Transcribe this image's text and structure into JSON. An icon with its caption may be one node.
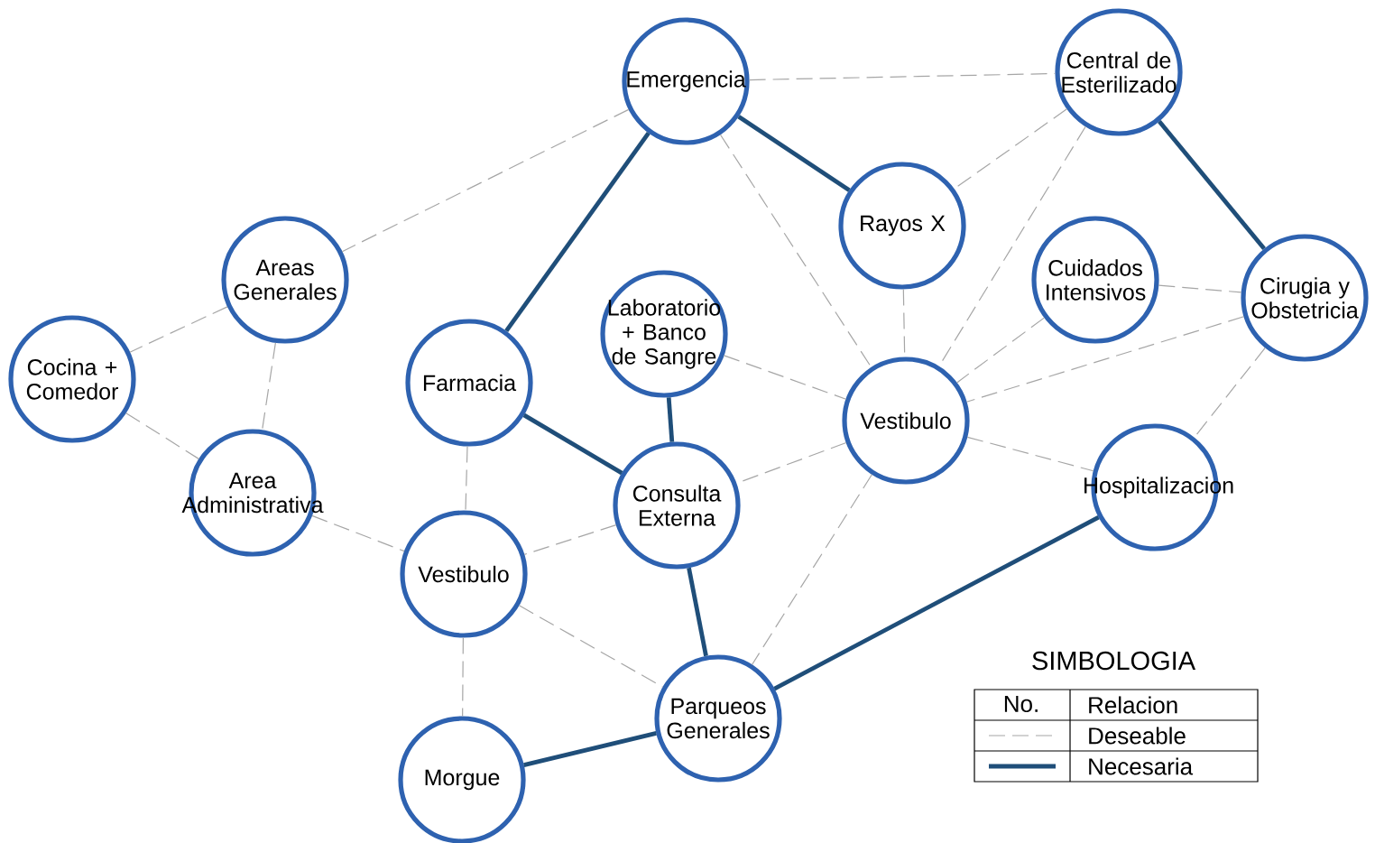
{
  "diagram": {
    "nodes": [
      {
        "text": [
          "Emergencia"
        ]
      },
      {
        "text": [
          "Central de Esterilizado"
        ]
      },
      {
        "text": [
          "Rayos X"
        ]
      },
      {
        "text": [
          "Areas Generales"
        ]
      },
      {
        "text": [
          "Cuidados Intensivos"
        ]
      },
      {
        "text": [
          "Cirugia y Obstetricia"
        ]
      },
      {
        "text": [
          "Laboratorio + Banco de Sangre"
        ]
      },
      {
        "text": [
          "Cocina + Comedor"
        ]
      },
      {
        "text": [
          "Farmacia"
        ]
      },
      {
        "text": [
          "Vestibulo"
        ]
      },
      {
        "text": [
          "Area Administrativa"
        ]
      },
      {
        "text": [
          "Consulta Externa"
        ]
      },
      {
        "text": [
          "Hospitalizacion"
        ]
      },
      {
        "text": [
          "Vestibulo"
        ]
      },
      {
        "text": [
          "Parqueos Generales"
        ]
      },
      {
        "text": [
          "Morgue"
        ]
      }
    ],
    "edges": [
      {
        "from": 0,
        "to": 3,
        "arrow": "none",
        "style": "dashed"
      },
      {
        "from": 0,
        "to": 1,
        "arrow": "none",
        "style": "dashed"
      },
      {
        "from": 0,
        "to": 2,
        "arrow": "none",
        "style": "thick",
        "color": "#1f4e79"
      },
      {
        "from": 0,
        "to": 8,
        "arrow": "none",
        "style": "thick",
        "color": "#1f4e79"
      },
      {
        "from": 0,
        "to": 9,
        "arrow": "none",
        "style": "dashed"
      },
      {
        "from": 1,
        "to": 2,
        "arrow": "none",
        "style": "dashed"
      },
      {
        "from": 1,
        "to": 9,
        "arrow": "none",
        "style": "dashed"
      },
      {
        "from": 1,
        "to": 5,
        "arrow": "none",
        "style": "thick",
        "color": "#1f4e79"
      },
      {
        "from": 2,
        "to": 9,
        "arrow": "none",
        "style": "dashed"
      },
      {
        "from": 4,
        "to": 5,
        "arrow": "none",
        "style": "dashed"
      },
      {
        "from": 4,
        "to": 9,
        "arrow": "none",
        "style": "dashed"
      },
      {
        "from": 5,
        "to": 9,
        "arrow": "none",
        "style": "dashed"
      },
      {
        "from": 5,
        "to": 12,
        "arrow": "none",
        "style": "dashed"
      },
      {
        "from": 3,
        "to": 7,
        "arrow": "none",
        "style": "dashed"
      },
      {
        "from": 3,
        "to": 10,
        "arrow": "none",
        "style": "dashed"
      },
      {
        "from": 7,
        "to": 10,
        "arrow": "none",
        "style": "dashed"
      },
      {
        "from": 6,
        "to": 9,
        "arrow": "none",
        "style": "dashed"
      },
      {
        "from": 6,
        "to": 11,
        "arrow": "none",
        "style": "thick",
        "color": "#1f4e79"
      },
      {
        "from": 8,
        "to": 11,
        "arrow": "none",
        "style": "thick",
        "color": "#1f4e79"
      },
      {
        "from": 8,
        "to": 13,
        "arrow": "none",
        "style": "dashed"
      },
      {
        "from": 9,
        "to": 11,
        "arrow": "none",
        "style": "dashed"
      },
      {
        "from": 9,
        "to": 12,
        "arrow": "none",
        "style": "dashed"
      },
      {
        "from": 9,
        "to": 14,
        "arrow": "none",
        "style": "dashed"
      },
      {
        "from": 10,
        "to": 13,
        "arrow": "none",
        "style": "dashed"
      },
      {
        "from": 11,
        "to": 13,
        "arrow": "none",
        "style": "dashed"
      },
      {
        "from": 11,
        "to": 14,
        "arrow": "none",
        "style": "thick",
        "color": "#1f4e79"
      },
      {
        "from": 13,
        "to": 14,
        "arrow": "none",
        "style": "dashed"
      },
      {
        "from": 13,
        "to": 15,
        "arrow": "none",
        "style": "dashed"
      },
      {
        "from": 14,
        "to": 12,
        "arrow": "none",
        "style": "thick",
        "color": "#1f4e79"
      },
      {
        "from": 14,
        "to": 15,
        "arrow": "none",
        "style": "thick",
        "color": "#1f4e79"
      }
    ],
    "labels": [
      "SIMBOLOGIA",
      "No.",
      "Relacion"
    ],
    "legend": [
      {
        "text": "Deseable"
      },
      {
        "text": "Necesaria"
      }
    ]
  }
}
